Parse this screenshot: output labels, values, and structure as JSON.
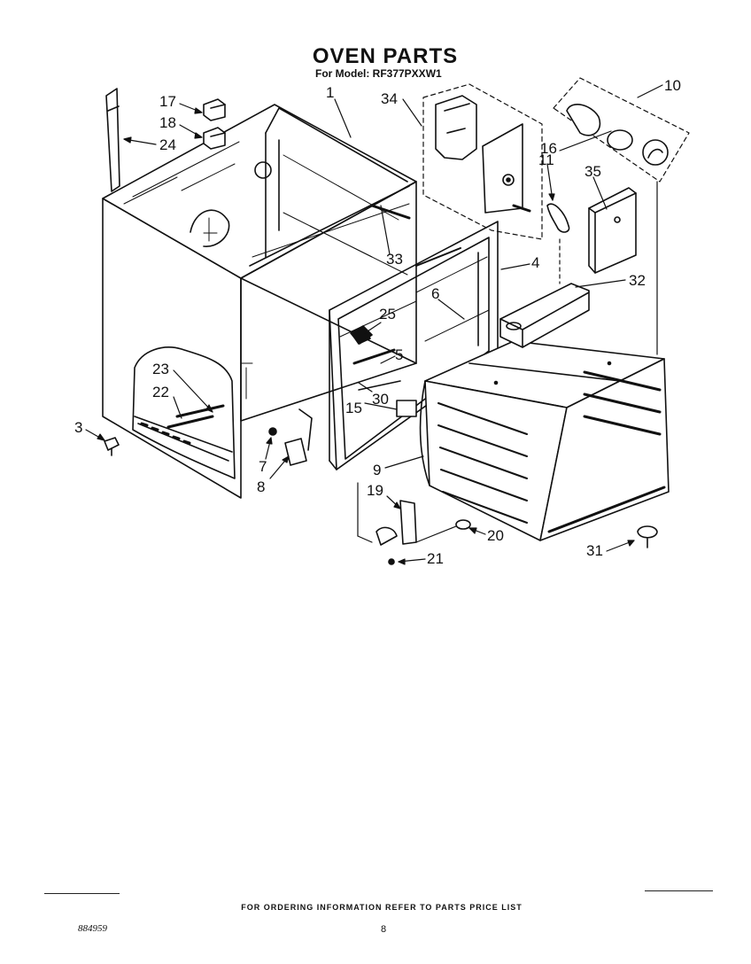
{
  "title": "OVEN PARTS",
  "subtitle": "For Model: RF377PXXW1",
  "footer": {
    "ordering_note": "FOR ORDERING INFORMATION REFER TO PARTS PRICE LIST",
    "doc_code": "884959",
    "page_number": "8"
  },
  "callouts": [
    {
      "id": "c1",
      "label": "1"
    },
    {
      "id": "c3",
      "label": "3"
    },
    {
      "id": "c4",
      "label": "4"
    },
    {
      "id": "c5",
      "label": "5"
    },
    {
      "id": "c6",
      "label": "6"
    },
    {
      "id": "c7",
      "label": "7"
    },
    {
      "id": "c8",
      "label": "8"
    },
    {
      "id": "c9",
      "label": "9"
    },
    {
      "id": "c10",
      "label": "10"
    },
    {
      "id": "c11",
      "label": "11"
    },
    {
      "id": "c15",
      "label": "15"
    },
    {
      "id": "c16",
      "label": "16"
    },
    {
      "id": "c17",
      "label": "17"
    },
    {
      "id": "c18",
      "label": "18"
    },
    {
      "id": "c19",
      "label": "19"
    },
    {
      "id": "c20",
      "label": "20"
    },
    {
      "id": "c21",
      "label": "21"
    },
    {
      "id": "c22",
      "label": "22"
    },
    {
      "id": "c23",
      "label": "23"
    },
    {
      "id": "c24",
      "label": "24"
    },
    {
      "id": "c25",
      "label": "25"
    },
    {
      "id": "c30",
      "label": "30"
    },
    {
      "id": "c31",
      "label": "31"
    },
    {
      "id": "c32",
      "label": "32"
    },
    {
      "id": "c33",
      "label": "33"
    },
    {
      "id": "c34",
      "label": "34"
    },
    {
      "id": "c35",
      "label": "35"
    }
  ]
}
